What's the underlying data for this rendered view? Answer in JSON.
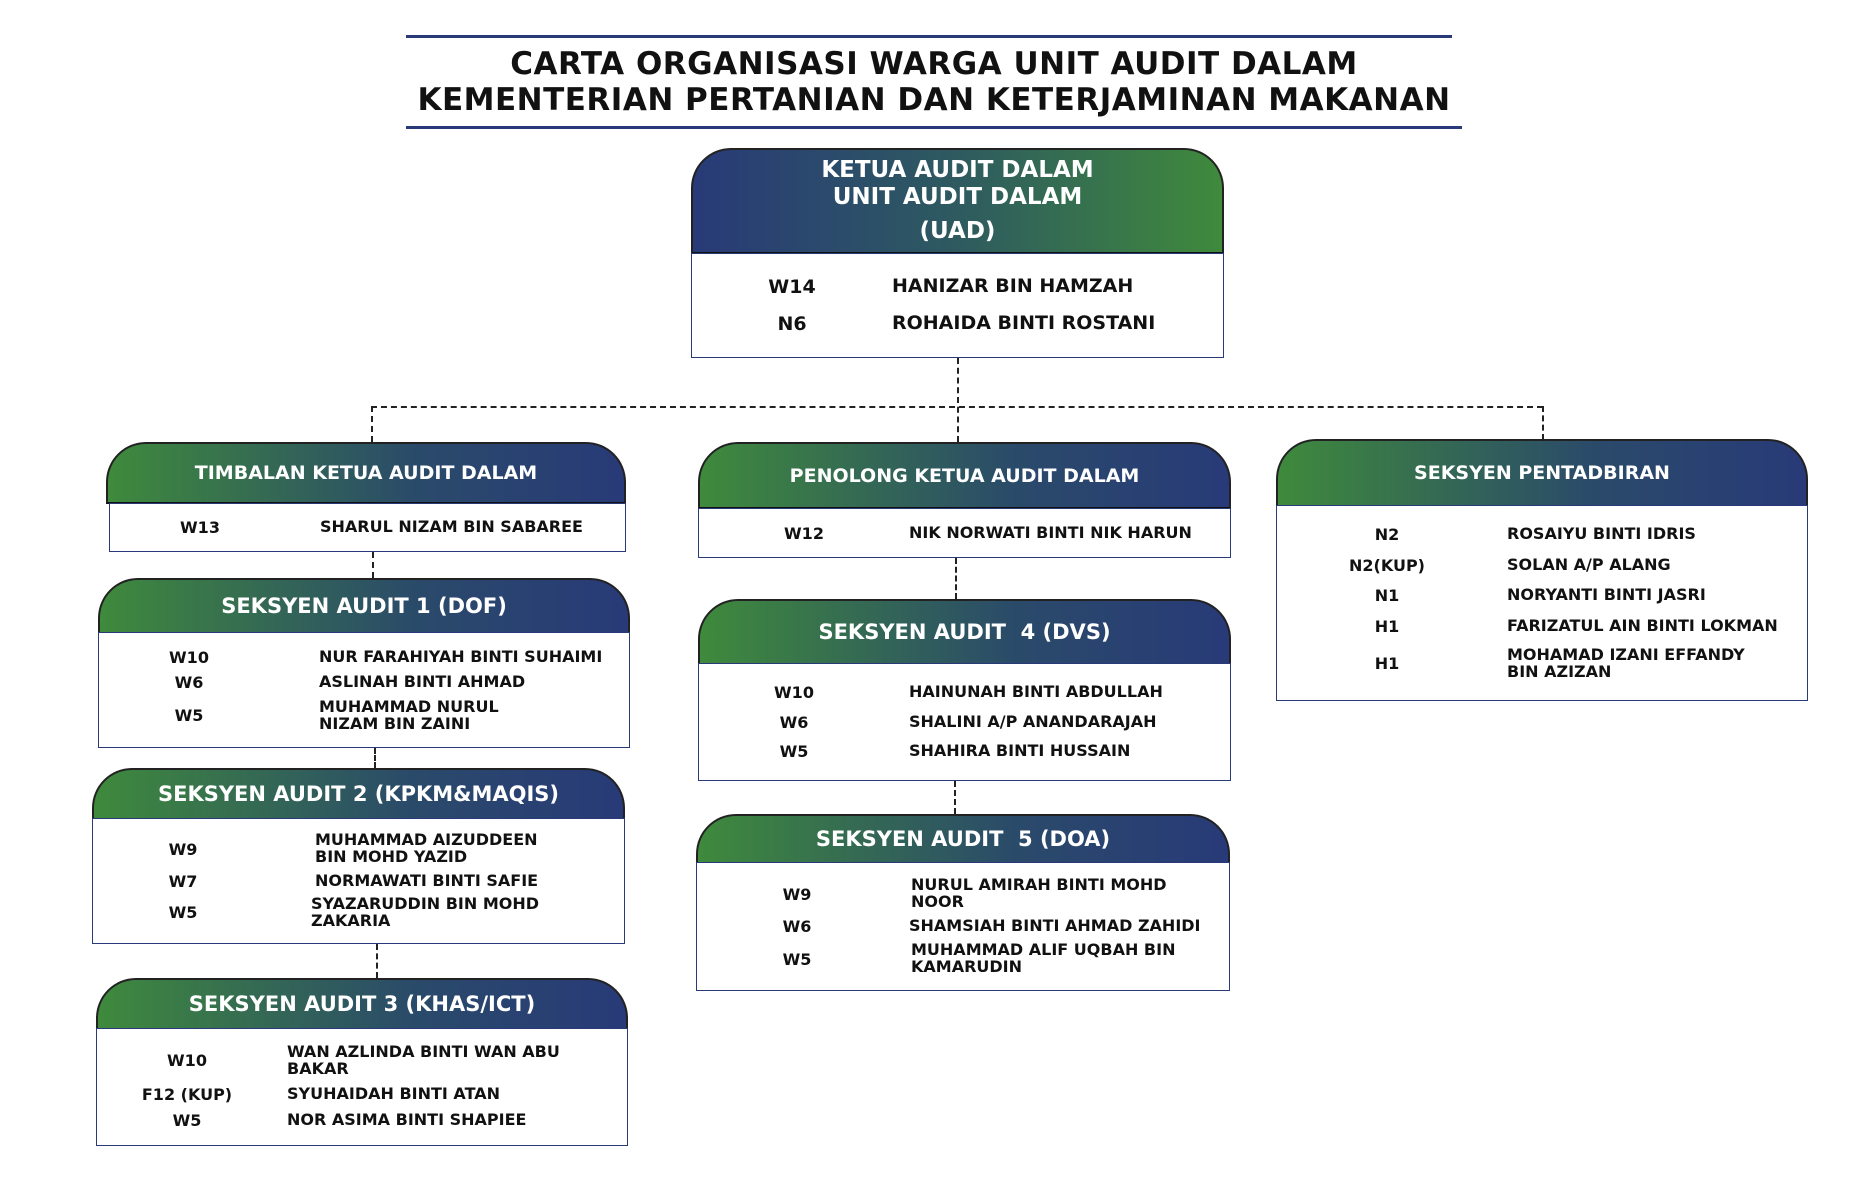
{
  "title": {
    "line1": "CARTA ORGANISASI WARGA UNIT AUDIT DALAM",
    "line2": "KEMENTERIAN PERTANIAN DAN KETERJAMINAN MAKANAN"
  },
  "colors": {
    "green": "#3f8a3c",
    "navy": "#283a78"
  },
  "ketua": {
    "line1": "KETUA AUDIT DALAM",
    "line2": "UNIT AUDIT DALAM",
    "line3": "(UAD)",
    "rows": [
      {
        "grade": "W14",
        "name": "HANIZAR BIN HAMZAH"
      },
      {
        "grade": "N6",
        "name": "ROHAIDA BINTI ROSTANI"
      }
    ]
  },
  "timbalan": {
    "title": "TIMBALAN KETUA AUDIT DALAM",
    "rows": [
      {
        "grade": "W13",
        "name": "SHARUL NIZAM BIN SABAREE"
      }
    ]
  },
  "audit1": {
    "title": "SEKSYEN AUDIT 1 (DOF)",
    "rows": [
      {
        "grade": "W10",
        "name": "NUR FARAHIYAH BINTI SUHAIMI"
      },
      {
        "grade": "W6",
        "name": "ASLINAH BINTI AHMAD"
      },
      {
        "grade": "W5",
        "name": "MUHAMMAD NURUL NIZAM BIN ZAINI"
      }
    ]
  },
  "audit2": {
    "title": "SEKSYEN AUDIT 2 (KPKM&MAQIS)",
    "rows": [
      {
        "grade": "W9",
        "name": "MUHAMMAD AIZUDDEEN BIN MOHD YAZID"
      },
      {
        "grade": "W7",
        "name": "NORMAWATI BINTI SAFIE"
      },
      {
        "grade": "W5",
        "name": "SYAZARUDDIN BIN MOHD ZAKARIA"
      }
    ]
  },
  "audit3": {
    "title": "SEKSYEN AUDIT 3 (KHAS/ICT)",
    "rows": [
      {
        "grade": "W10",
        "name": "WAN AZLINDA BINTI WAN ABU BAKAR"
      },
      {
        "grade": "F12 (KUP)",
        "name": "SYUHAIDAH BINTI ATAN"
      },
      {
        "grade": "W5",
        "name": "NOR ASIMA BINTI SHAPIEE"
      }
    ]
  },
  "penolong": {
    "title": "PENOLONG KETUA AUDIT DALAM",
    "rows": [
      {
        "grade": "W12",
        "name": "NIK NORWATI BINTI NIK HARUN"
      }
    ]
  },
  "audit4": {
    "title": "SEKSYEN AUDIT  4 (DVS)",
    "rows": [
      {
        "grade": "W10",
        "name": "HAINUNAH BINTI ABDULLAH"
      },
      {
        "grade": "W6",
        "name": "SHALINI A/P ANANDARAJAH"
      },
      {
        "grade": "W5",
        "name": "SHAHIRA BINTI HUSSAIN"
      }
    ]
  },
  "audit5": {
    "title": "SEKSYEN AUDIT  5 (DOA)",
    "rows": [
      {
        "grade": "W9",
        "name": "NURUL AMIRAH BINTI MOHD NOOR"
      },
      {
        "grade": "W6",
        "name": "SHAMSIAH BINTI AHMAD ZAHIDI"
      },
      {
        "grade": "W5",
        "name": "MUHAMMAD ALIF UQBAH BIN KAMARUDIN"
      }
    ]
  },
  "pentadbiran": {
    "title": "SEKSYEN PENTADBIRAN",
    "rows": [
      {
        "grade": "N2",
        "name": "ROSAIYU BINTI IDRIS"
      },
      {
        "grade": "N2(KUP)",
        "name": "SOLAN A/P ALANG"
      },
      {
        "grade": "N1",
        "name": "NORYANTI BINTI JASRI"
      },
      {
        "grade": "H1",
        "name": "FARIZATUL AIN BINTI LOKMAN"
      },
      {
        "grade": "H1",
        "name": "MOHAMAD IZANI EFFANDY BIN AZIZAN"
      }
    ]
  }
}
